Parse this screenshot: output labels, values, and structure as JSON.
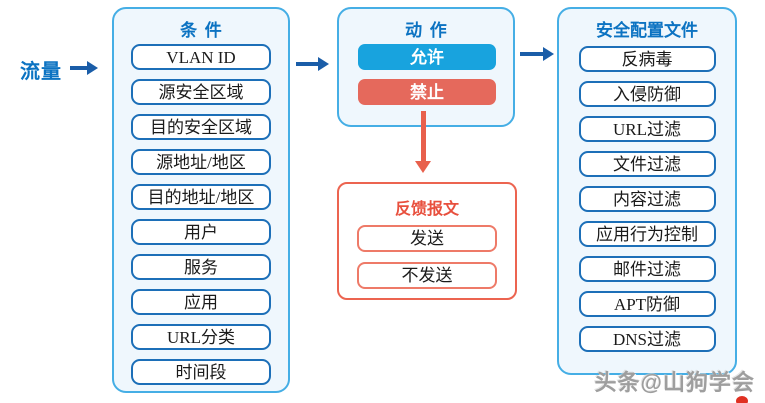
{
  "traffic_label": "流量",
  "conditions": {
    "title": "条件",
    "items": [
      "VLAN ID",
      "源安全区域",
      "目的安全区域",
      "源地址/地区",
      "目的地址/地区",
      "用户",
      "服务",
      "应用",
      "URL分类",
      "时间段"
    ]
  },
  "actions": {
    "title": "动作",
    "allow_label": "允许",
    "deny_label": "禁止"
  },
  "feedback": {
    "title": "反馈报文",
    "send_label": "发送",
    "no_send_label": "不发送"
  },
  "profiles": {
    "title": "安全配置文件",
    "items": [
      "反病毒",
      "入侵防御",
      "URL过滤",
      "文件过滤",
      "内容过滤",
      "应用行为控制",
      "邮件过滤",
      "APT防御",
      "DNS过滤"
    ]
  },
  "watermark": "头条@山狗学会",
  "colors": {
    "title_blue": "#0C73C2",
    "panel_border_blue": "#45AEE5",
    "panel_fill_blue": "#EFF7FD",
    "item_border_blue": "#1C6FB8",
    "allow_fill": "#18A3DE",
    "deny_fill": "#E5695C",
    "red_border": "#EC6450",
    "red_title": "#E8503E",
    "arrow_blue": "#1A5DA8",
    "arrow_red": "#E8604C",
    "watermark_gray": "#9E9E9E"
  }
}
